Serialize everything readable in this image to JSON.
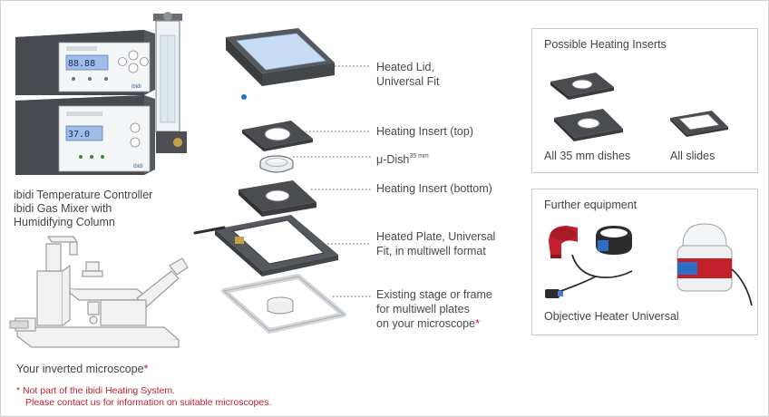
{
  "labels": {
    "heated_lid_1": "Heated Lid,",
    "heated_lid_2": "Universal Fit",
    "insert_top": "Heating Insert (top)",
    "dish": "μ-Dish",
    "dish_sup": "35 mm",
    "insert_bottom": "Heating Insert (bottom)",
    "plate_1": "Heated Plate, Universal",
    "plate_2": "Fit, in multiwell format",
    "stage_1": "Existing stage or frame",
    "stage_2": "for multiwell plates",
    "stage_3": "on your microscope",
    "stage_mark": "*"
  },
  "devices": {
    "line1": "ibidi Temperature Controller",
    "line2": "ibidi Gas Mixer with",
    "line3": "Humidifying Column",
    "brand": "ibidi"
  },
  "microscope": {
    "label": "Your inverted microscope",
    "mark": "*"
  },
  "footnote": {
    "line1": "*  Not part of the ibidi Heating System.",
    "line2": "Please contact us for information on suitable microscopes."
  },
  "inserts_box": {
    "title": "Possible Heating Inserts",
    "item1": "All 35 mm dishes",
    "item2": "All slides"
  },
  "equipment_box": {
    "title": "Further equipment",
    "item1": "Objective Heater Universal"
  },
  "colors": {
    "text": "#444444",
    "accent_red": "#c3202e",
    "dark_gray": "#4a4c4f",
    "screen_blue": "#a9c3e8",
    "heater_blue": "#2d6fc4",
    "border": "#c9c9c9"
  }
}
